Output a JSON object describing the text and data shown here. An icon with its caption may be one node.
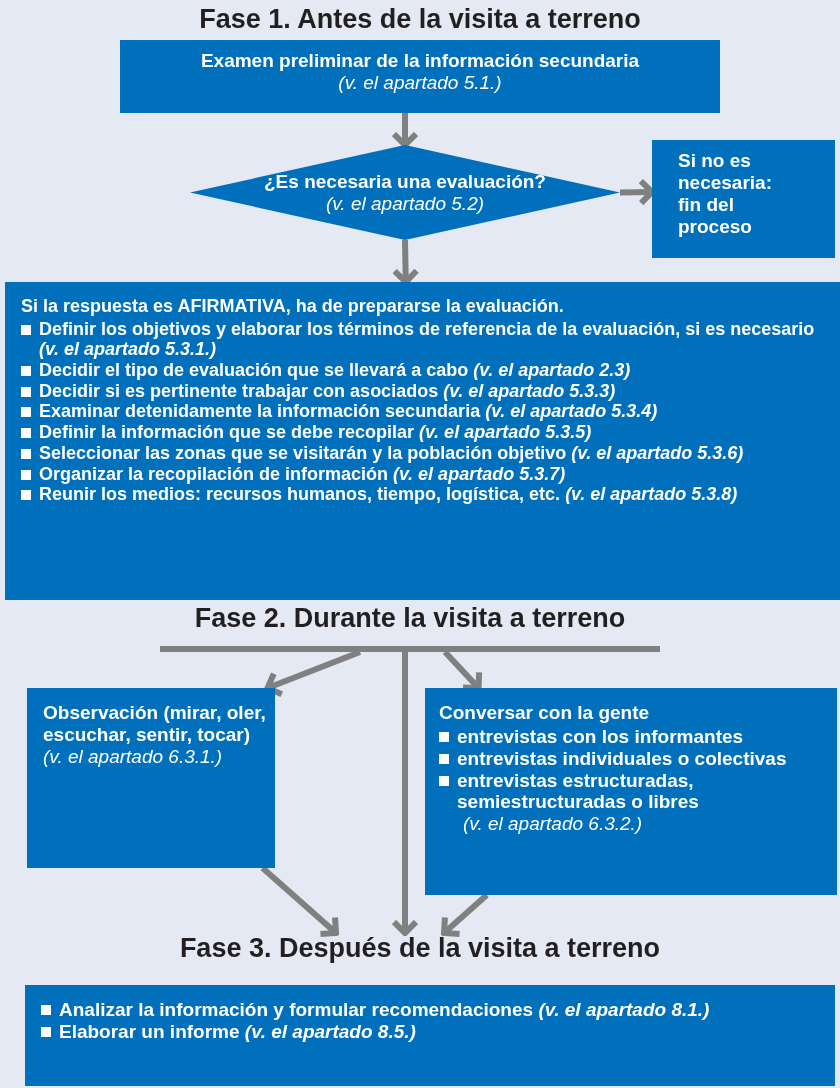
{
  "diagram": {
    "nodes": [
      {
        "text": [
          "Examen preliminar de la información secundaria",
          "(v. el apartado 5.1.)"
        ]
      },
      {
        "text": [
          "¿Es necesaria una evaluación?",
          "(v. el apartado 5.2)"
        ]
      },
      {
        "text": [
          "Si no es necesaria: fin del proceso"
        ]
      },
      {
        "text": [
          "Si la respuesta es AFIRMATIVA, ha de prepararse la evaluación.",
          "Definir los objetivos y elaborar los términos de referencia de la evaluación, si es necesario *(v. el apartado  5.3.1.)*",
          "Decidir el tipo de evaluación que se llevará a cabo *(v. el apartado 2.3)*",
          "Decidir si es pertinente trabajar con asociados *(v. el apartado 5.3.3)*",
          "Examinar detenidamente la información secundaria *(v. el apartado 5.3.4)*",
          "Definir la información que se debe recopilar *(v. el apartado 5.3.5)*",
          "Seleccionar las zonas que se visitarán y la población objetivo *(v. el apartado 5.3.6)*",
          "Organizar la recopilación de información *(v. el apartado 5.3.7)*",
          "Reunir los medios: recursos humanos, tiempo, logística, etc. *(v. el apartado 5.3.8)*"
        ]
      },
      {
        "text": [
          "Fase 2. Durante la visita a terreno"
        ]
      },
      {
        "text": [
          "Observación (mirar, oler, escuchar, sentir, tocar)",
          "(v. el apartado 6.3.1.)"
        ]
      },
      {
        "text": [
          "Conversar con la gente",
          "entrevistas con los informantes",
          "entrevistas individuales o colectivas",
          "entrevistas estructuradas, semiestructuradas o libres",
          "(v. el apartado 6.3.2.)"
        ]
      },
      {
        "text": [
          "Fase 3. Después de la visita a terreno"
        ]
      },
      {
        "text": [
          "Analizar la información y formular recomendaciones *(v. el apartado 8.1.)*",
          "Elaborar un informe *(v. el apartado 8.5.)*"
        ]
      }
    ],
    "edges": [
      {
        "from": 0,
        "to": 1,
        "arrow": "to"
      },
      {
        "from": 1,
        "to": 2,
        "arrow": "to"
      },
      {
        "from": 1,
        "to": 3,
        "arrow": "to"
      },
      {
        "from": 4,
        "to": 5,
        "arrow": "to"
      },
      {
        "from": 4,
        "to": 6,
        "arrow": "to"
      },
      {
        "from": 4,
        "to": 7,
        "arrow": "to"
      },
      {
        "from": 5,
        "to": 7,
        "arrow": "to"
      },
      {
        "from": 6,
        "to": 7,
        "arrow": "to"
      }
    ],
    "labels": [
      "Fase 1. Antes de la visita a terreno"
    ]
  }
}
